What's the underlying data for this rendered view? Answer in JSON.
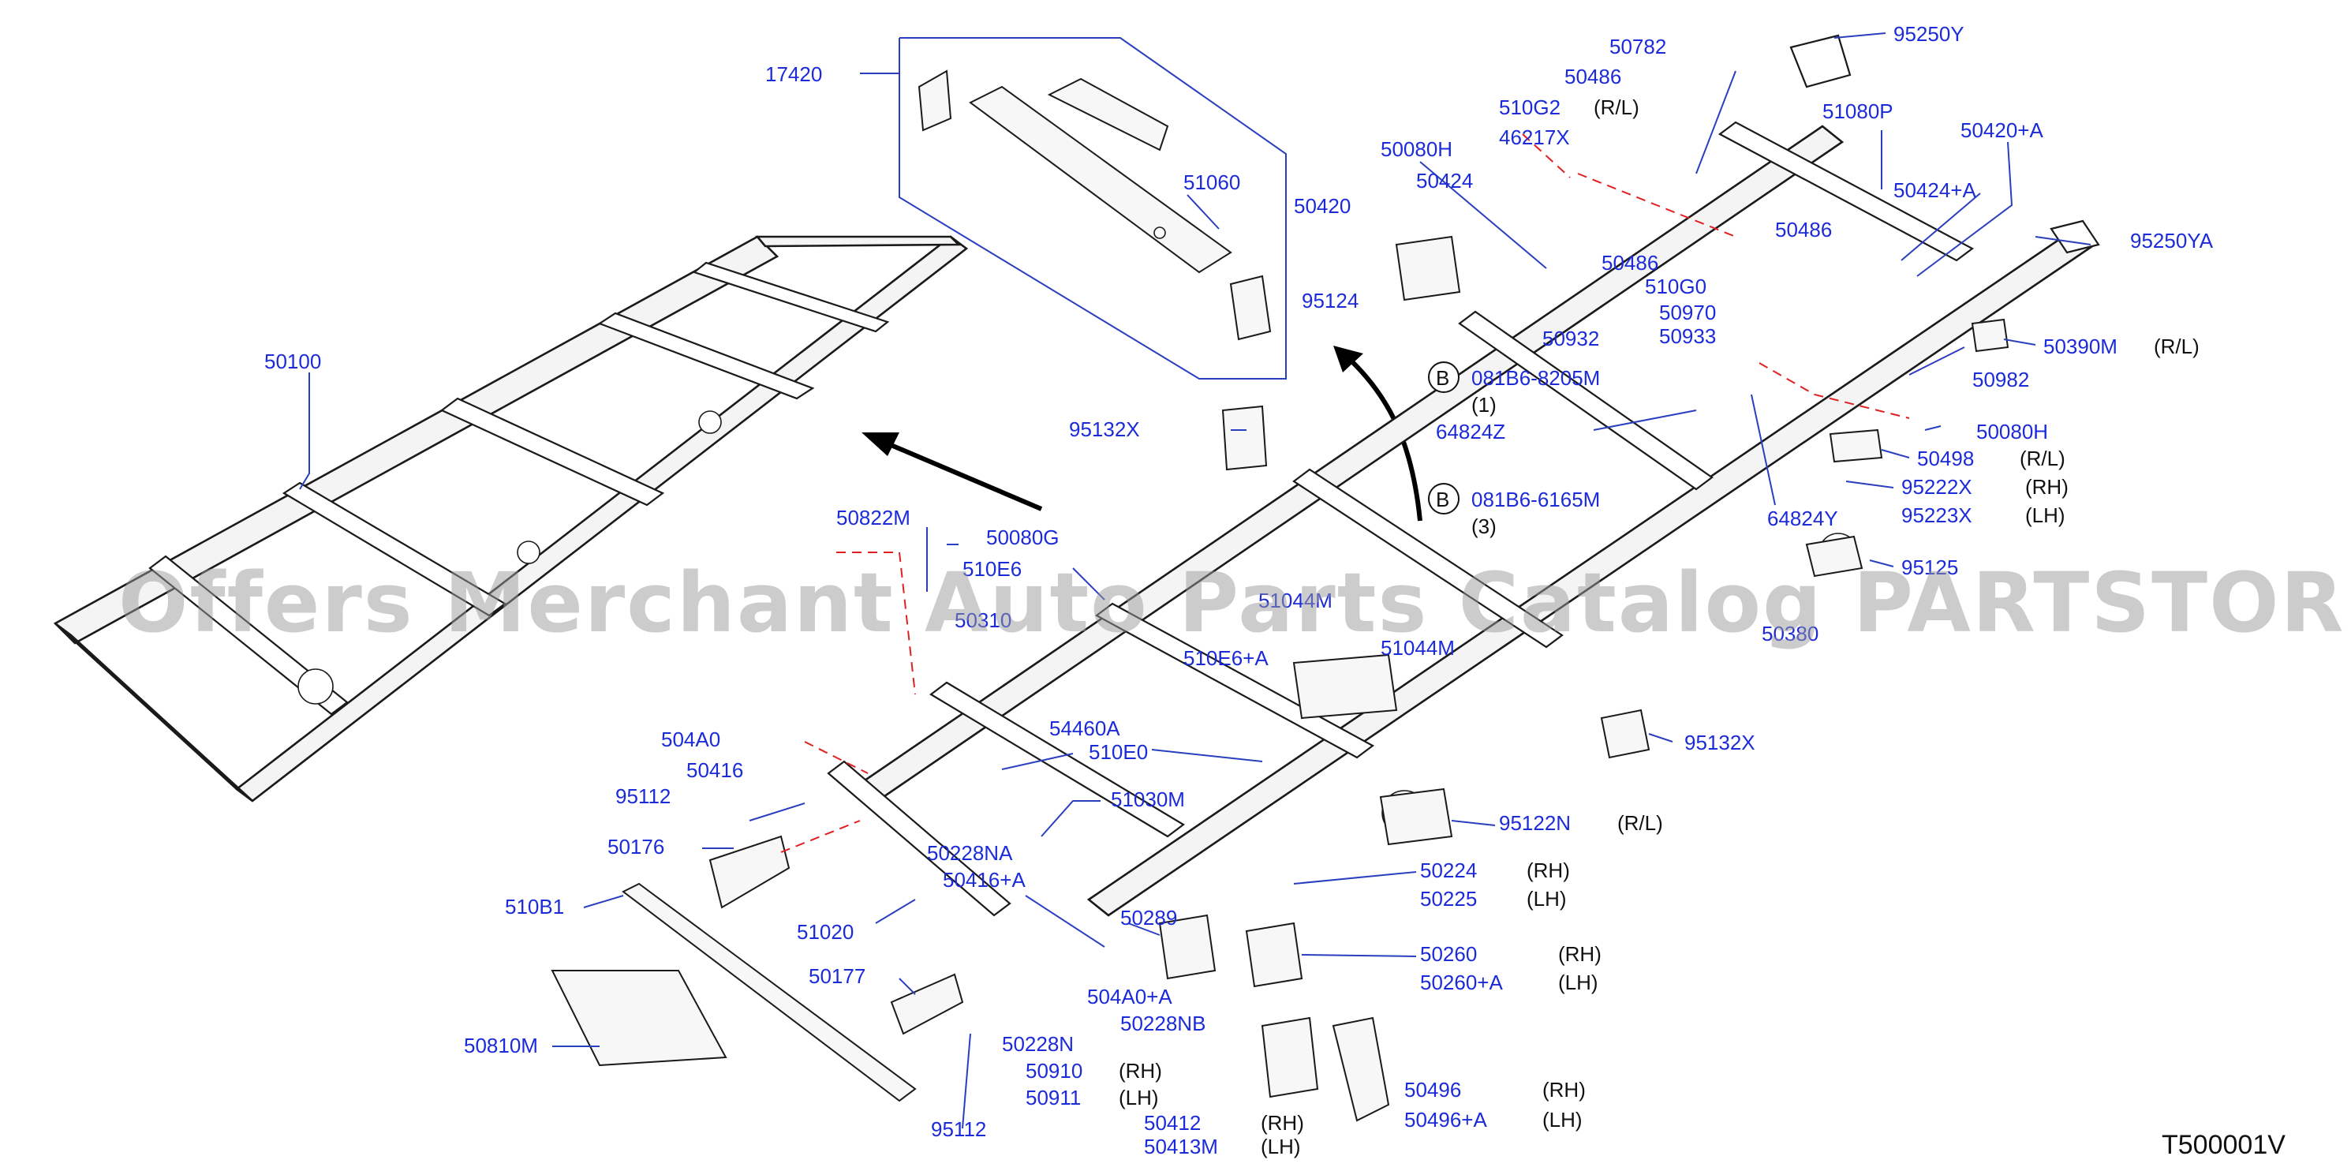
{
  "diagram": {
    "code": "T500001V",
    "watermark": "Offers Merchant Auto Parts Catalog PARTSTORE.SA",
    "callouts": {
      "b1": {
        "letter": "B",
        "part": "081B6-8205M",
        "qty": "(1)"
      },
      "b2": {
        "letter": "B",
        "part": "081B6-6165M",
        "qty": "(3)"
      }
    },
    "labels": [
      {
        "id": "17420",
        "text": "17420"
      },
      {
        "id": "51060",
        "text": "51060"
      },
      {
        "id": "50100",
        "text": "50100"
      },
      {
        "id": "50080H_a",
        "text": "50080H"
      },
      {
        "id": "50420",
        "text": "50420"
      },
      {
        "id": "50424",
        "text": "50424"
      },
      {
        "id": "95124",
        "text": "95124"
      },
      {
        "id": "510G2",
        "text": "510G2"
      },
      {
        "id": "46217X",
        "text": "46217X"
      },
      {
        "id": "50486_a",
        "text": "50486"
      },
      {
        "id": "50782",
        "text": "50782"
      },
      {
        "id": "95250Y",
        "text": "95250Y"
      },
      {
        "id": "51080P",
        "text": "51080P"
      },
      {
        "id": "50420A",
        "text": "50420+A"
      },
      {
        "id": "50424A",
        "text": "50424+A"
      },
      {
        "id": "50486_b",
        "text": "50486"
      },
      {
        "id": "95250YA",
        "text": "95250YA"
      },
      {
        "id": "50486_c",
        "text": "50486"
      },
      {
        "id": "510G0",
        "text": "510G0"
      },
      {
        "id": "50970",
        "text": "50970"
      },
      {
        "id": "50933",
        "text": "50933"
      },
      {
        "id": "50932",
        "text": "50932"
      },
      {
        "id": "50390M",
        "text": "50390M"
      },
      {
        "id": "50982",
        "text": "50982"
      },
      {
        "id": "64824Z",
        "text": "64824Z"
      },
      {
        "id": "50080H_b",
        "text": "50080H"
      },
      {
        "id": "50498",
        "text": "50498"
      },
      {
        "id": "95222X",
        "text": "95222X"
      },
      {
        "id": "95223X",
        "text": "95223X"
      },
      {
        "id": "64824Y",
        "text": "64824Y"
      },
      {
        "id": "95132X_a",
        "text": "95132X"
      },
      {
        "id": "50822M",
        "text": "50822M"
      },
      {
        "id": "50080G",
        "text": "50080G"
      },
      {
        "id": "510E6",
        "text": "510E6"
      },
      {
        "id": "50310",
        "text": "50310"
      },
      {
        "id": "51044M_a",
        "text": "51044M"
      },
      {
        "id": "95125",
        "text": "95125"
      },
      {
        "id": "50380",
        "text": "50380"
      },
      {
        "id": "510E6A",
        "text": "510E6+A"
      },
      {
        "id": "51044M_b",
        "text": "51044M"
      },
      {
        "id": "504A0",
        "text": "504A0"
      },
      {
        "id": "50416",
        "text": "50416"
      },
      {
        "id": "54460A",
        "text": "54460A"
      },
      {
        "id": "510E0",
        "text": "510E0"
      },
      {
        "id": "95132X_b",
        "text": "95132X"
      },
      {
        "id": "95112_a",
        "text": "95112"
      },
      {
        "id": "51030M",
        "text": "51030M"
      },
      {
        "id": "95122N",
        "text": "95122N"
      },
      {
        "id": "50176",
        "text": "50176"
      },
      {
        "id": "50228NA",
        "text": "50228NA"
      },
      {
        "id": "50416A",
        "text": "50416+A"
      },
      {
        "id": "50224",
        "text": "50224"
      },
      {
        "id": "50225",
        "text": "50225"
      },
      {
        "id": "510B1",
        "text": "510B1"
      },
      {
        "id": "51020",
        "text": "51020"
      },
      {
        "id": "50289",
        "text": "50289"
      },
      {
        "id": "50260",
        "text": "50260"
      },
      {
        "id": "50260A",
        "text": "50260+A"
      },
      {
        "id": "50177",
        "text": "50177"
      },
      {
        "id": "504A0A",
        "text": "504A0+A"
      },
      {
        "id": "50228NB",
        "text": "50228NB"
      },
      {
        "id": "50810M",
        "text": "50810M"
      },
      {
        "id": "50228N",
        "text": "50228N"
      },
      {
        "id": "50910",
        "text": "50910"
      },
      {
        "id": "50911",
        "text": "50911"
      },
      {
        "id": "50496",
        "text": "50496"
      },
      {
        "id": "50496A",
        "text": "50496+A"
      },
      {
        "id": "95112_b",
        "text": "95112"
      },
      {
        "id": "50412",
        "text": "50412"
      },
      {
        "id": "50413M",
        "text": "50413M"
      }
    ],
    "qualifiers": [
      {
        "id": "q510G2",
        "text": "(R/L)"
      },
      {
        "id": "q50390M",
        "text": "(R/L)"
      },
      {
        "id": "q50498",
        "text": "(R/L)"
      },
      {
        "id": "q95222X",
        "text": "(RH)"
      },
      {
        "id": "q95223X",
        "text": "(LH)"
      },
      {
        "id": "q95122N",
        "text": "(R/L)"
      },
      {
        "id": "q50224",
        "text": "(RH)"
      },
      {
        "id": "q50225",
        "text": "(LH)"
      },
      {
        "id": "q50260",
        "text": "(RH)"
      },
      {
        "id": "q50260A",
        "text": "(LH)"
      },
      {
        "id": "q50910",
        "text": "(RH)"
      },
      {
        "id": "q50911",
        "text": "(LH)"
      },
      {
        "id": "q50496",
        "text": "(RH)"
      },
      {
        "id": "q50496A",
        "text": "(LH)"
      },
      {
        "id": "q50412",
        "text": "(RH)"
      },
      {
        "id": "q50413M",
        "text": "(LH)"
      }
    ]
  }
}
